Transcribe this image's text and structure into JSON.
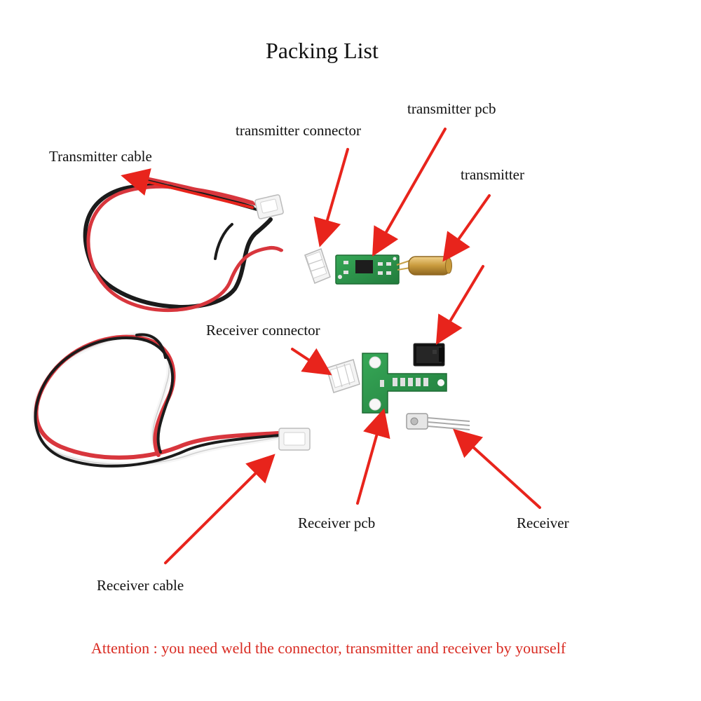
{
  "title": "Packing List",
  "labels": {
    "transmitter_cable": "Transmitter cable",
    "transmitter_connector": "transmitter connector",
    "transmitter_pcb": "transmitter pcb",
    "transmitter": "transmitter",
    "receiver_connector": "Receiver connector",
    "receiver_pcb": "Receiver pcb",
    "receiver": "Receiver",
    "receiver_cable": "Receiver cable"
  },
  "attention": "Attention : you need weld the connector, transmitter and receiver by yourself",
  "colors": {
    "arrow": "#e8241c",
    "attention_text": "#d92b22",
    "wire_red": "#d8363d",
    "wire_black": "#1b1b1b",
    "wire_white": "#f6f6f6",
    "pcb_green": "#2f9a4e",
    "laser_brass": "#c89a3c",
    "connector_white": "#f4f4f4"
  }
}
